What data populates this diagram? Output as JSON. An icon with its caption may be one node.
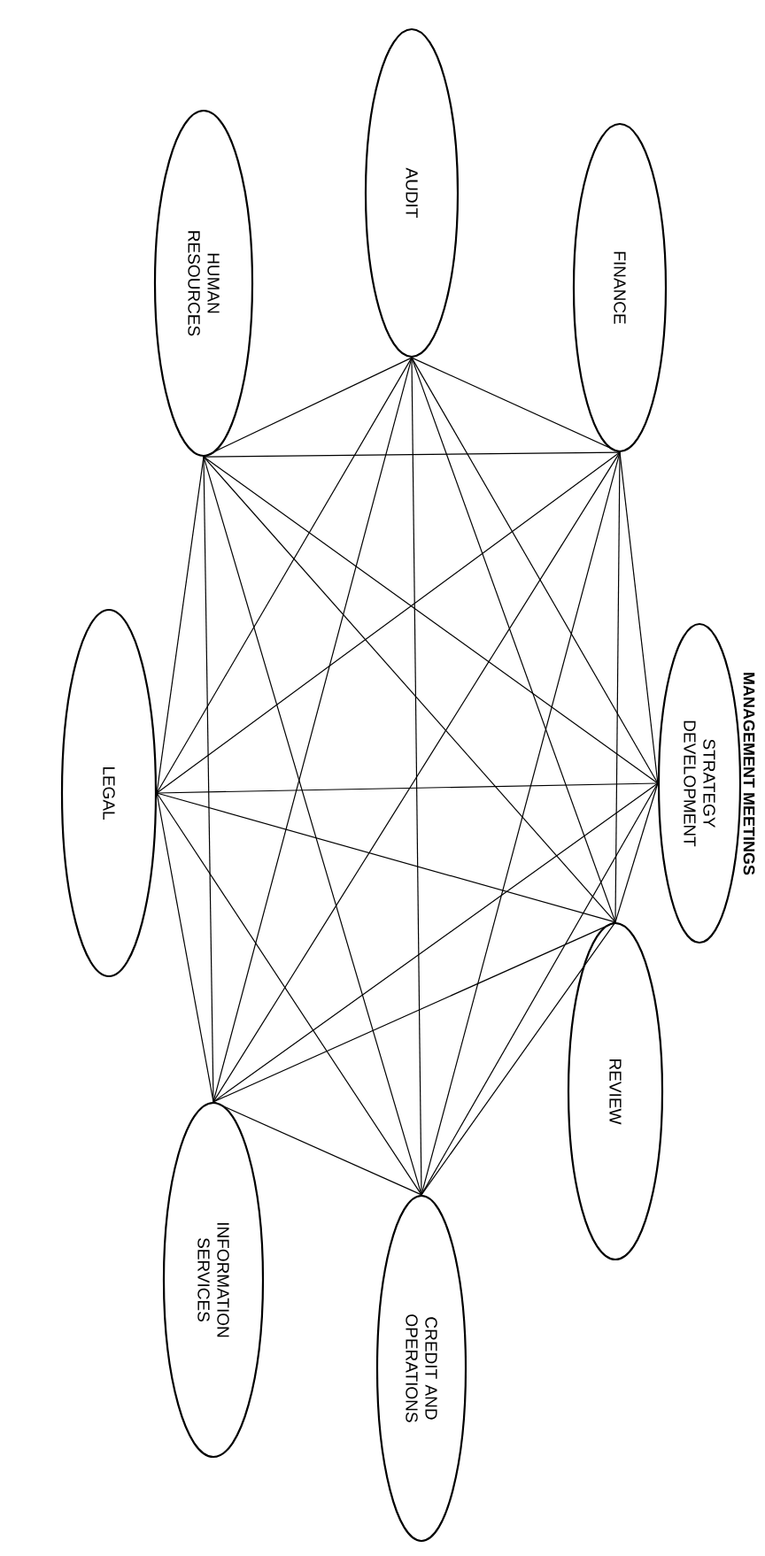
{
  "diagram": {
    "title": "MANAGEMENT MEETINGS",
    "nodes": [
      {
        "text": [
          "FINANCE"
        ]
      },
      {
        "text": [
          "AUDIT"
        ]
      },
      {
        "text": [
          "HUMAN RESOURCES"
        ]
      },
      {
        "text": [
          "STRATEGY DEVELOPMENT"
        ]
      },
      {
        "text": [
          "LEGAL"
        ]
      },
      {
        "text": [
          "REVIEW"
        ]
      },
      {
        "text": [
          "CREDIT AND OPERATIONS"
        ]
      },
      {
        "text": [
          "INFORMATION SERVICES"
        ]
      }
    ],
    "edges": [
      {
        "from": 0,
        "to": 1,
        "arrow": "none"
      },
      {
        "from": 0,
        "to": 2,
        "arrow": "none"
      },
      {
        "from": 0,
        "to": 3,
        "arrow": "none"
      },
      {
        "from": 0,
        "to": 4,
        "arrow": "none"
      },
      {
        "from": 0,
        "to": 5,
        "arrow": "none"
      },
      {
        "from": 0,
        "to": 6,
        "arrow": "none"
      },
      {
        "from": 0,
        "to": 7,
        "arrow": "none"
      },
      {
        "from": 1,
        "to": 2,
        "arrow": "none"
      },
      {
        "from": 1,
        "to": 3,
        "arrow": "none"
      },
      {
        "from": 1,
        "to": 4,
        "arrow": "none"
      },
      {
        "from": 1,
        "to": 5,
        "arrow": "none"
      },
      {
        "from": 1,
        "to": 6,
        "arrow": "none"
      },
      {
        "from": 1,
        "to": 7,
        "arrow": "none"
      },
      {
        "from": 2,
        "to": 3,
        "arrow": "none"
      },
      {
        "from": 2,
        "to": 4,
        "arrow": "none"
      },
      {
        "from": 2,
        "to": 5,
        "arrow": "none"
      },
      {
        "from": 2,
        "to": 6,
        "arrow": "none"
      },
      {
        "from": 2,
        "to": 7,
        "arrow": "none"
      },
      {
        "from": 3,
        "to": 4,
        "arrow": "none"
      },
      {
        "from": 3,
        "to": 5,
        "arrow": "none"
      },
      {
        "from": 3,
        "to": 6,
        "arrow": "none"
      },
      {
        "from": 3,
        "to": 7,
        "arrow": "none"
      },
      {
        "from": 4,
        "to": 5,
        "arrow": "none"
      },
      {
        "from": 4,
        "to": 6,
        "arrow": "none"
      },
      {
        "from": 4,
        "to": 7,
        "arrow": "none"
      },
      {
        "from": 5,
        "to": 6,
        "arrow": "none"
      },
      {
        "from": 5,
        "to": 7,
        "arrow": "none"
      },
      {
        "from": 6,
        "to": 7,
        "arrow": "none"
      }
    ]
  }
}
